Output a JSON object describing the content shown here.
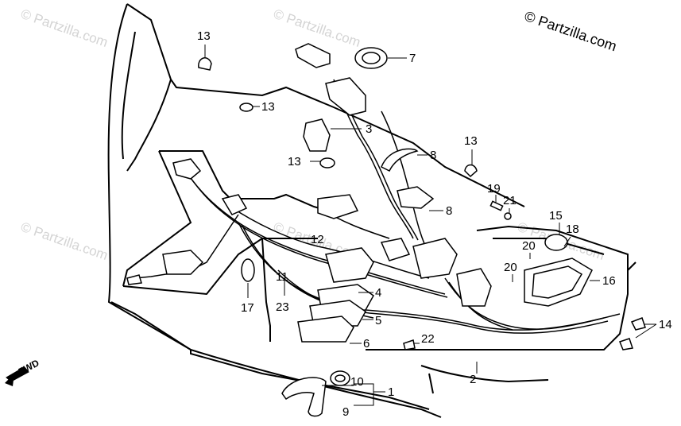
{
  "copyright": "© Partzilla.com",
  "watermark_text": "© Partzilla.com",
  "fwd_label": "FWD",
  "callouts": [
    {
      "id": "13a",
      "text": "13"
    },
    {
      "id": "7",
      "text": "7"
    },
    {
      "id": "13b",
      "text": "13"
    },
    {
      "id": "3",
      "text": "3"
    },
    {
      "id": "13c",
      "text": "13"
    },
    {
      "id": "8a",
      "text": "8"
    },
    {
      "id": "13d",
      "text": "13"
    },
    {
      "id": "8b",
      "text": "8"
    },
    {
      "id": "19",
      "text": "19"
    },
    {
      "id": "21",
      "text": "21"
    },
    {
      "id": "15",
      "text": "15"
    },
    {
      "id": "18",
      "text": "18"
    },
    {
      "id": "12",
      "text": "12"
    },
    {
      "id": "20a",
      "text": "20"
    },
    {
      "id": "20b",
      "text": "20"
    },
    {
      "id": "16",
      "text": "16"
    },
    {
      "id": "11",
      "text": "11"
    },
    {
      "id": "23",
      "text": "23"
    },
    {
      "id": "17",
      "text": "17"
    },
    {
      "id": "4",
      "text": "4"
    },
    {
      "id": "5",
      "text": "5"
    },
    {
      "id": "6",
      "text": "6"
    },
    {
      "id": "22",
      "text": "22"
    },
    {
      "id": "14",
      "text": "14"
    },
    {
      "id": "2",
      "text": "2"
    },
    {
      "id": "10",
      "text": "10"
    },
    {
      "id": "1",
      "text": "1"
    },
    {
      "id": "9",
      "text": "9"
    }
  ]
}
